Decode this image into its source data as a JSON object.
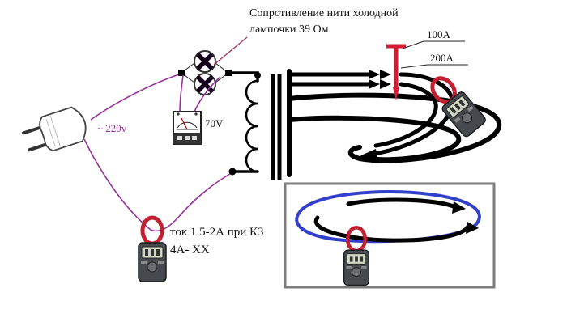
{
  "diagram": {
    "top_note_line1": "Сопротивление нити холодной",
    "top_note_line2": "лампочки 39 Ом",
    "mains_label": "~ 220v",
    "voltmeter_label": "70V",
    "nail_label_top": "100A",
    "nail_label_bottom": "200A",
    "clamp_note_line1": "ток 1.5-2А при КЗ",
    "clamp_note_line2": "4А- ХХ"
  },
  "colors": {
    "thin_wire": "#993399",
    "cable": "#000000",
    "nail": "#d41d35",
    "clamp_jaw": "#c12030",
    "blue_wire": "#3340cc",
    "inset_border": "#7d7d7d"
  },
  "icons": {
    "plug": "power-plug-icon",
    "lamp": "lamp-icon",
    "voltmeter": "voltmeter-icon",
    "transformer": "transformer-icon",
    "nail": "nail-probe-icon",
    "clamp_meter": "clamp-meter-icon"
  }
}
